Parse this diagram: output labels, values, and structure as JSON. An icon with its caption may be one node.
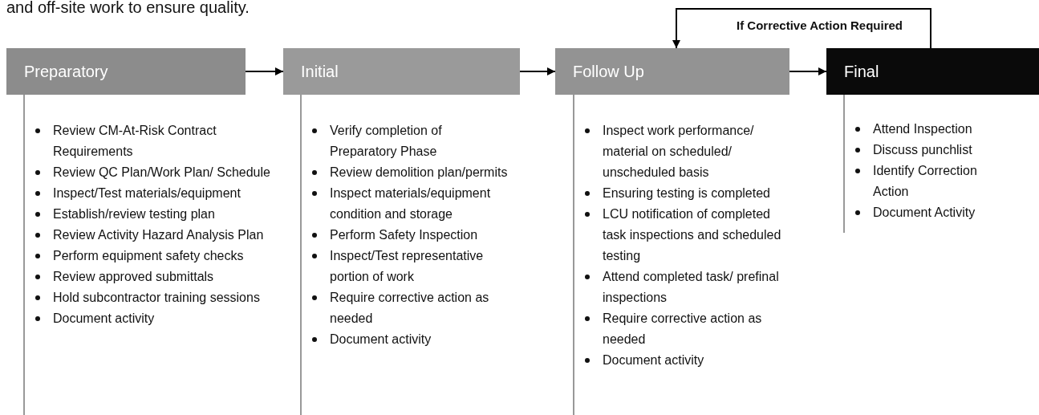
{
  "diagram": {
    "nodes": [
      {
        "text": [
          "Preparatory"
        ],
        "beside": [
          "Review CM-At-Risk Contract Requirements",
          "Review QC Plan/Work Plan/ Schedule",
          "Inspect/Test materials/equipment",
          "Establish/review testing plan",
          "Review Activity Hazard Analysis Plan",
          "Perform equipment safety checks",
          "Review approved submittals",
          "Hold subcontractor training sessions",
          "Document activity"
        ]
      },
      {
        "text": [
          "Initial"
        ],
        "beside": [
          "Verify completion of Preparatory Phase",
          "Review demolition plan/permits",
          "Inspect materials/equipment condition and storage",
          "Perform Safety Inspection",
          "Inspect/Test representative portion of work",
          "Require corrective action as needed",
          "Document activity"
        ]
      },
      {
        "text": [
          "Follow Up"
        ],
        "beside": [
          "Inspect work performance/ material on scheduled/ unscheduled basis",
          "Ensuring testing is completed",
          "LCU notification of completed task inspections and scheduled testing",
          "Attend completed task/ prefinal inspections",
          "Require corrective action as needed",
          "Document activity"
        ]
      },
      {
        "text": [
          "Final"
        ],
        "beside": [
          "Attend Inspection",
          "Discuss punchlist",
          "Identify Correction Action",
          "Document Activity"
        ]
      }
    ],
    "edges": [
      {
        "from": 0,
        "to": 1,
        "arrow": "to"
      },
      {
        "from": 1,
        "to": 2,
        "arrow": "to"
      },
      {
        "from": 2,
        "to": 3,
        "arrow": "to"
      },
      {
        "from": 3,
        "to": 2,
        "arrow": "to",
        "label": "If Corrective Action Required"
      }
    ],
    "labels": [
      "and off-site work to ensure quality."
    ]
  }
}
